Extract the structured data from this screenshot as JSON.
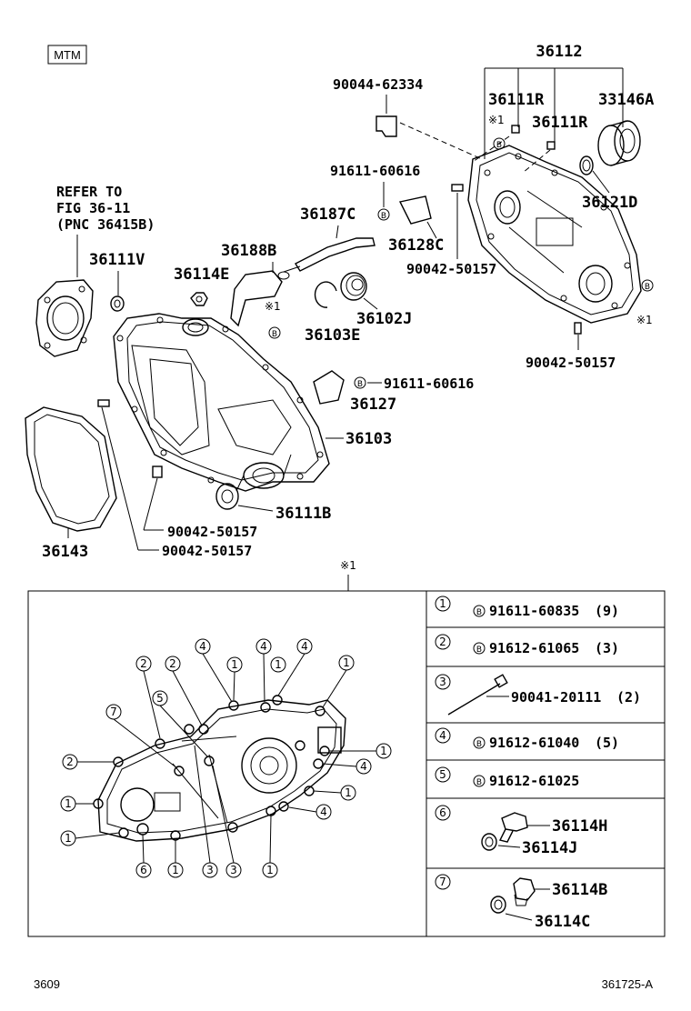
{
  "header": {
    "model_tag": "MTM"
  },
  "footer": {
    "page_code": "3609",
    "figure_code": "361725-A"
  },
  "refer_note": {
    "line1": "REFER TO",
    "line2": "FIG 36-11",
    "line3": "(PNC 36415B)"
  },
  "mark": "※1",
  "bolt_letter": "B",
  "callouts": {
    "p36112": "36112",
    "p90044_62334": "90044-62334",
    "p36111R_a": "36111R",
    "p33146A": "33146A",
    "p36111R_b": "36111R",
    "p91611_60616_a": "91611-60616",
    "p36121D": "36121D",
    "p36187C": "36187C",
    "p36128C": "36128C",
    "p90042_50157_a": "90042-50157",
    "p36188B": "36188B",
    "p36111V": "36111V",
    "p36114E": "36114E",
    "p36102J": "36102J",
    "p36103E": "36103E",
    "p90042_50157_b": "90042-50157",
    "p91611_60616_b": "91611-60616",
    "p36127": "36127",
    "p36103": "36103",
    "p36111B": "36111B",
    "p90042_50157_c": "90042-50157",
    "p90042_50157_d": "90042-50157",
    "p36143": "36143"
  },
  "legend": [
    {
      "num": "1",
      "part": "91611-60835",
      "qty": "(9)"
    },
    {
      "num": "2",
      "part": "91612-61065",
      "qty": "(3)"
    },
    {
      "num": "3",
      "part": "90041-20111",
      "qty": "(2)"
    },
    {
      "num": "4",
      "part": "91612-61040",
      "qty": "(5)"
    },
    {
      "num": "5",
      "part": "91612-61025",
      "qty": ""
    },
    {
      "num": "6",
      "part_a": "36114H",
      "part_b": "36114J"
    },
    {
      "num": "7",
      "part_a": "36114B",
      "part_b": "36114C"
    }
  ],
  "detail_numbers": [
    "2",
    "2",
    "4",
    "4",
    "1",
    "4",
    "1",
    "7",
    "5",
    "2",
    "1",
    "4",
    "1",
    "1",
    "4",
    "1",
    "6",
    "1",
    "3",
    "3",
    "1"
  ]
}
